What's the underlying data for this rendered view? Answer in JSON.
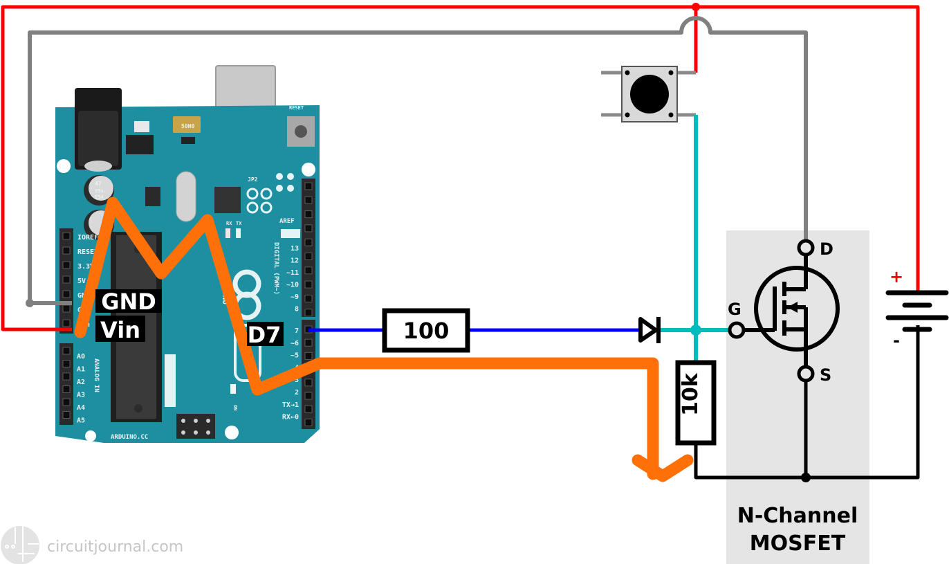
{
  "diagram": {
    "title": "Arduino N-Channel MOSFET switch circuit",
    "arduino": {
      "board_label": "ARDUINO.CC",
      "reset_label": "RESET",
      "jp2_label": "JP2",
      "aref_label": "AREF",
      "gnd_label": "GND",
      "digital_label": "DIGITAL (PWM~)",
      "analog_label": "ANALOG IN",
      "uno_label": "UNO",
      "on_label": "ON",
      "icsp_label": "ICSP",
      "tx_label": "TX",
      "rx_label": "RX",
      "cap_text": [
        "47",
        "25s.",
        "E54"
      ],
      "crystal_text": "50H0",
      "power_pins": [
        "IOREF",
        "RESET",
        "3.3V",
        "5V",
        "GND",
        "GND",
        "Vin"
      ],
      "analog_pins": [
        "A0",
        "A1",
        "A2",
        "A3",
        "A4",
        "A5"
      ],
      "digital_pins_upper": [
        "13",
        "12",
        "~11",
        "~10",
        "~9",
        "8"
      ],
      "digital_pins_lower": [
        "7",
        "~6",
        "~5",
        "4",
        "~3",
        "2",
        "TX→1",
        "RX←0"
      ]
    },
    "pin_labels": {
      "gnd": "GND",
      "vin": "Vin",
      "d7": "D7"
    },
    "components": {
      "gate_resistor": "100",
      "pulldown_resistor": "10k",
      "mosfet": {
        "drain": "D",
        "gate": "G",
        "source": "S",
        "caption_line1": "N-Channel",
        "caption_line2": "MOSFET"
      },
      "battery": {
        "plus": "+",
        "minus": "-"
      }
    },
    "wire_colors": {
      "power": "#ff0000",
      "ground": "#808080",
      "signal": "#0000ff",
      "gate": "#00bcbc",
      "circuit": "#000000",
      "current_path": "#ff7108"
    },
    "board_color": "#1e8fa0",
    "watermark": "circuitjournal.com"
  }
}
